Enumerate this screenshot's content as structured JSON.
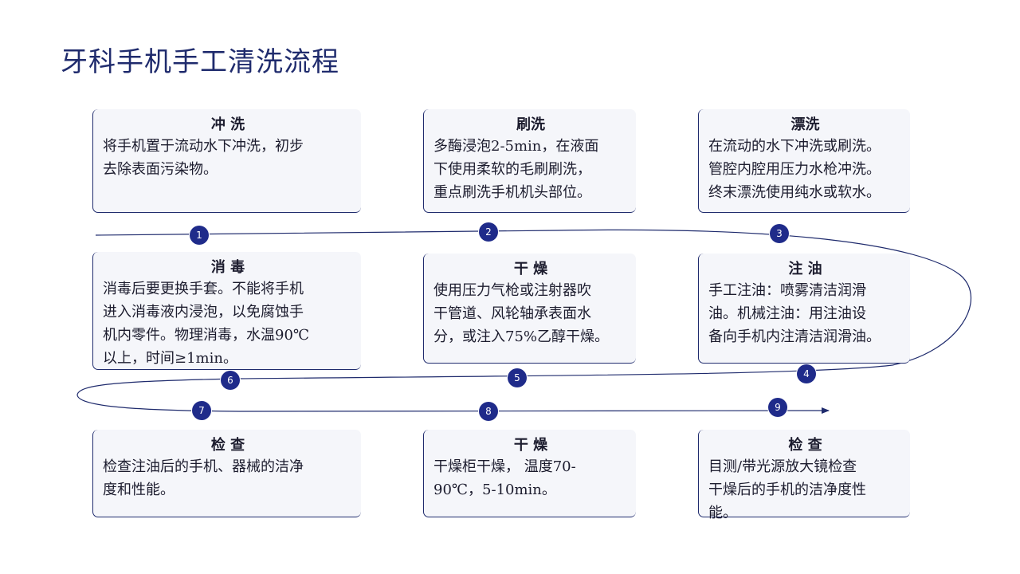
{
  "title": "牙科手机手工清洗流程",
  "colors": {
    "accent": "#1f2b6d",
    "badge": "#1f2b8a",
    "card_bg": "#f5f6fa"
  },
  "steps": [
    {
      "number": "1",
      "title": "冲 洗",
      "text": "将手机置于流动水下冲洗，初步\n去除表面污染物。"
    },
    {
      "number": "2",
      "title": "刷洗",
      "text": "多酶浸泡2-5min，在液面\n下使用柔软的毛刷刷洗，\n重点刷洗手机机头部位。"
    },
    {
      "number": "3",
      "title": "漂洗",
      "text": "在流动的水下冲洗或刷洗。\n管腔内腔用压力水枪冲洗。\n终末漂洗使用纯水或软水。"
    },
    {
      "number": "4",
      "title": "注 油",
      "text": "手工注油：喷雾清洁润滑\n油。机械注油：用注油设\n备向手机内注清洁润滑油。"
    },
    {
      "number": "5",
      "title": "干 燥",
      "text": "使用压力气枪或注射器吹\n干管道、风轮轴承表面水\n分，或注入75%乙醇干燥。"
    },
    {
      "number": "6",
      "title": "消 毒",
      "text": "消毒后要更换手套。不能将手机\n进入消毒液内浸泡，以免腐蚀手\n机内零件。物理消毒，水温90℃\n以上，时间≥1min。"
    },
    {
      "number": "7",
      "title": "检 查",
      "text": "检查注油后的手机、器械的洁净\n度和性能。"
    },
    {
      "number": "8",
      "title": "干 燥",
      "text": "干燥柜干燥， 温度70-\n90℃，5-10min。"
    },
    {
      "number": "9",
      "title": "检 查",
      "text": "目测/带光源放大镜检查\n干燥后的手机的洁净度性\n能。"
    }
  ]
}
